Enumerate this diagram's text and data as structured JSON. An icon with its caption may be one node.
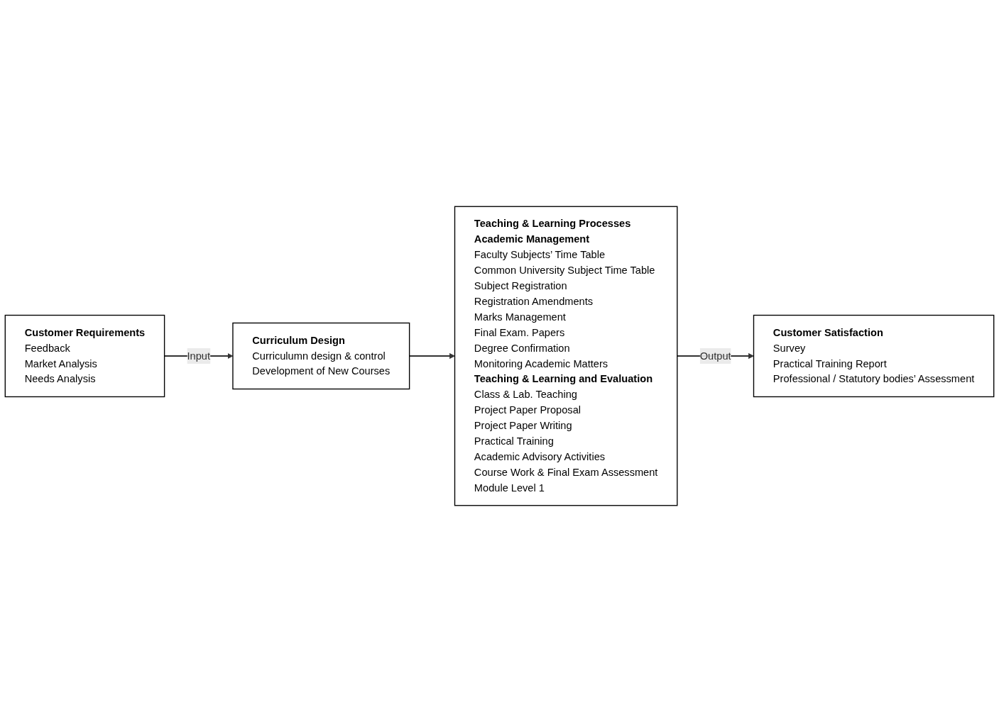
{
  "diagram": {
    "nodes": [
      {
        "text": [
          "Customer Requirements",
          "Feedback",
          "Market Analysis",
          "Needs Analysis"
        ]
      },
      {
        "text": [
          "Curriculum Design",
          "Curriculumn design & control",
          "Development of New Courses"
        ]
      },
      {
        "text": [
          "Teaching & Learning Processes",
          "Academic Management",
          "Faculty Subjects’ Time Table",
          "Common University Subject Time Table",
          "Subject Registration",
          "Registration Amendments",
          "Marks Management",
          "Final Exam. Papers",
          "Degree Confirmation",
          "Monitoring Academic Matters",
          "Teaching & Learning and Evaluation",
          "Class & Lab. Teaching",
          "Project Paper Proposal",
          "Project Paper Writing",
          "Practical Training",
          "Academic Advisory Activities",
          "Course Work & Final Exam Assessment",
          "Module Level 1"
        ]
      },
      {
        "text": [
          "Customer Satisfaction",
          "Survey",
          "Practical Training Report",
          "Professional / Statutory bodies’ Assessment"
        ]
      }
    ],
    "edges": [
      {
        "from": 0,
        "to": 1,
        "arrow": "to",
        "label": "Input"
      },
      {
        "from": 1,
        "to": 2,
        "arrow": "to"
      },
      {
        "from": 2,
        "to": 3,
        "arrow": "to",
        "label": "Output"
      }
    ]
  }
}
